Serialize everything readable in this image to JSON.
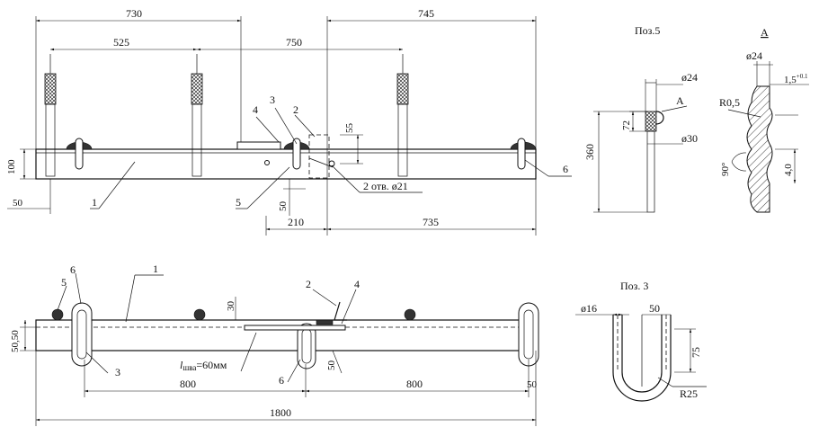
{
  "labels": {
    "poz5": "Поз.5",
    "viewA": "А",
    "poz3": "Поз. 3",
    "holes": "2 отв. ø21",
    "weld_l": "l",
    "weld_sub": "шва",
    "weld_val": "=60мм",
    "detailA": "А"
  },
  "top_view": {
    "d730": "730",
    "d745": "745",
    "d525": "525",
    "d750": "750",
    "d55": "55",
    "d100": "100",
    "d50a": "50",
    "d50b": "50",
    "d210": "210",
    "d735": "735",
    "p1": "1",
    "p2": "2",
    "p3": "3",
    "p4": "4",
    "p5": "5",
    "p6": "6"
  },
  "front_view": {
    "d30": "30",
    "d5050": "50,50",
    "d50v": "50",
    "d800a": "800",
    "d800b": "800",
    "d50r": "50",
    "d1800": "1800",
    "p1": "1",
    "p2": "2",
    "p3": "3",
    "p4": "4",
    "p5": "5",
    "p6a": "6",
    "p6b": "6"
  },
  "poz5_detail": {
    "d24": "ø24",
    "d72": "72",
    "d360": "360",
    "d30": "ø30"
  },
  "a_detail": {
    "d24": "ø24",
    "r05": "R0,5",
    "pitch": "1,5",
    "tol": "+0.1",
    "angle": "90°",
    "d40": "4,0"
  },
  "poz3_detail": {
    "d16": "ø16",
    "d50": "50",
    "d75": "75",
    "r25": "R25"
  }
}
